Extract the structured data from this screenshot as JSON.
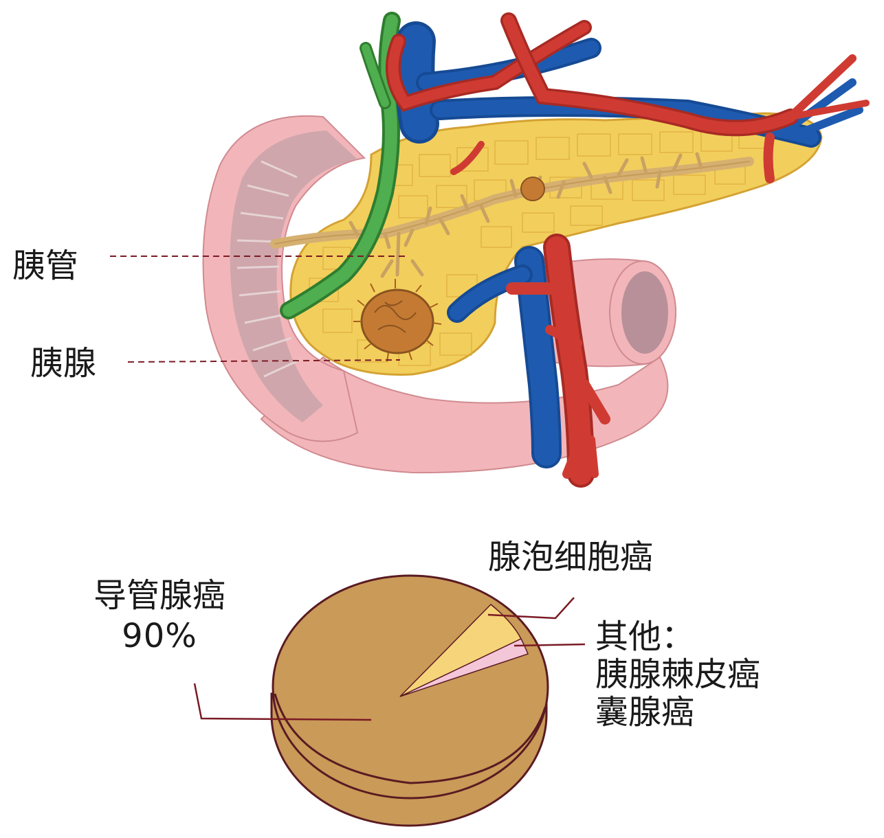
{
  "anatomy": {
    "labels": {
      "pancreatic_duct": "胰管",
      "pancreas": "胰腺"
    }
  },
  "pie": {
    "ductal": {
      "name": "导管腺癌",
      "percent_text": "90%",
      "value": 90
    },
    "acinar": {
      "name": "腺泡细胞癌",
      "value": 6
    },
    "other": {
      "title": "其他：",
      "items": [
        "胰腺棘皮癌",
        "囊腺癌"
      ],
      "value": 4
    }
  },
  "colors": {
    "pancreas": "#f2cf5c",
    "pancreas_outline": "#d4a233",
    "duodenum": "#f2b6ba",
    "duodenum_inner": "#c9a3a8",
    "artery": "#cf3b32",
    "vein": "#1e5bb0",
    "bile_duct": "#3f9a3f",
    "duct": "#d6b070",
    "tumor": "#c47a32",
    "pie_body": "#c99a58",
    "pie_outline": "#5a1a22",
    "acinar_slice": "#f6d47a",
    "other_slice": "#f3c6d8",
    "leader_line": "#7a1a24"
  }
}
